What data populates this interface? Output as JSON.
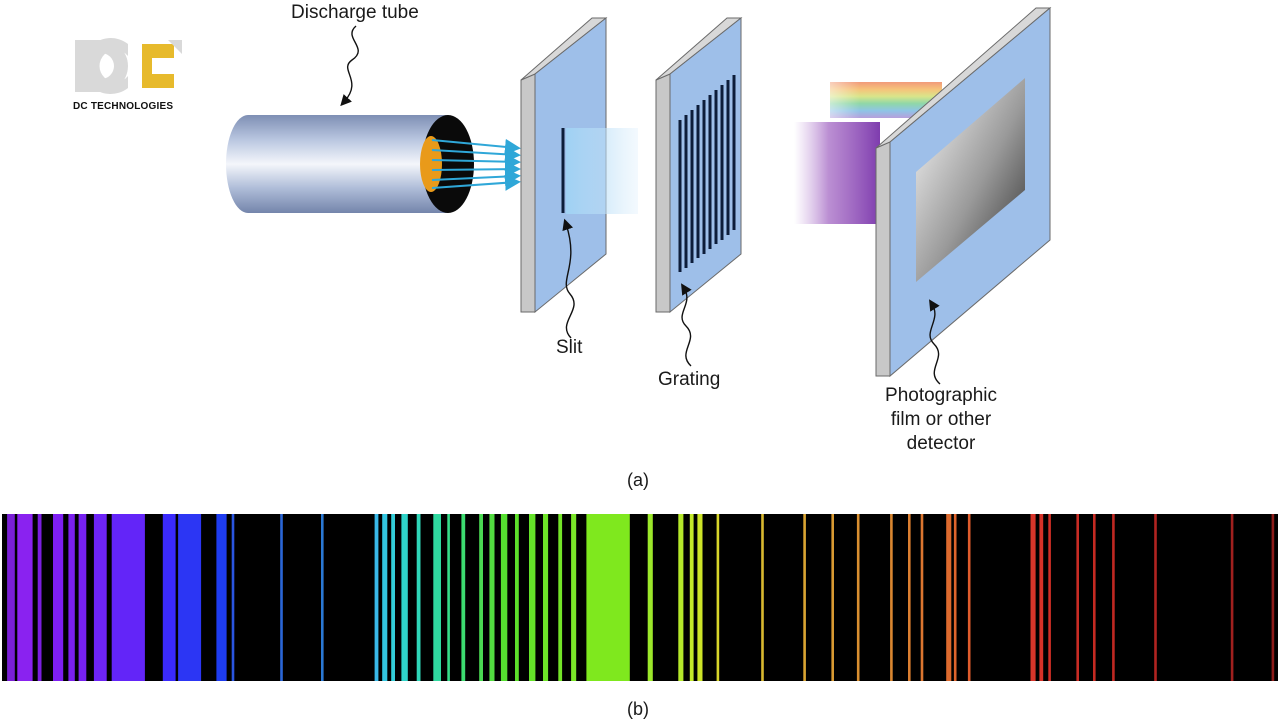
{
  "logo": {
    "text": "DC TECHNOLOGIES",
    "mark": "DC"
  },
  "diagram_a": {
    "discharge_tube_label": "Discharge tube",
    "slit_label": "Slit",
    "grating_label": "Grating",
    "detector_label_lines": [
      "Photographic",
      "film or other",
      "detector"
    ],
    "caption": "(a)"
  },
  "spectrum_b": {
    "caption": "(b)",
    "background": "#000000",
    "lines": [
      {
        "pos": 0.004,
        "w": 0.006,
        "color": "#7a1fd6"
      },
      {
        "pos": 0.012,
        "w": 0.012,
        "color": "#8a22f0"
      },
      {
        "pos": 0.028,
        "w": 0.003,
        "color": "#7b1ee0"
      },
      {
        "pos": 0.04,
        "w": 0.008,
        "color": "#7e1ff2"
      },
      {
        "pos": 0.052,
        "w": 0.005,
        "color": "#7a20ee"
      },
      {
        "pos": 0.06,
        "w": 0.006,
        "color": "#7621f0"
      },
      {
        "pos": 0.072,
        "w": 0.01,
        "color": "#6d24f6"
      },
      {
        "pos": 0.086,
        "w": 0.026,
        "color": "#6325f8"
      },
      {
        "pos": 0.126,
        "w": 0.01,
        "color": "#3a2afc"
      },
      {
        "pos": 0.146,
        "w": 0.004,
        "color": "#2f3afa"
      },
      {
        "pos": 0.138,
        "w": 0.018,
        "color": "#2c36f4"
      },
      {
        "pos": 0.168,
        "w": 0.008,
        "color": "#1e3cf0"
      },
      {
        "pos": 0.18,
        "w": 0.002,
        "color": "#2a55e0"
      },
      {
        "pos": 0.218,
        "w": 0.002,
        "color": "#2a66d8"
      },
      {
        "pos": 0.25,
        "w": 0.002,
        "color": "#2a78d4"
      },
      {
        "pos": 0.292,
        "w": 0.003,
        "color": "#39b8e8"
      },
      {
        "pos": 0.298,
        "w": 0.004,
        "color": "#33c6e0"
      },
      {
        "pos": 0.305,
        "w": 0.003,
        "color": "#33cdd8"
      },
      {
        "pos": 0.313,
        "w": 0.005,
        "color": "#2fd3c8"
      },
      {
        "pos": 0.325,
        "w": 0.003,
        "color": "#2fd6b8"
      },
      {
        "pos": 0.338,
        "w": 0.006,
        "color": "#30d9a0"
      },
      {
        "pos": 0.349,
        "w": 0.002,
        "color": "#36dc8a"
      },
      {
        "pos": 0.36,
        "w": 0.003,
        "color": "#3cdc70"
      },
      {
        "pos": 0.374,
        "w": 0.003,
        "color": "#4ada52"
      },
      {
        "pos": 0.382,
        "w": 0.004,
        "color": "#52dc40"
      },
      {
        "pos": 0.391,
        "w": 0.005,
        "color": "#55df30"
      },
      {
        "pos": 0.402,
        "w": 0.003,
        "color": "#5de02a"
      },
      {
        "pos": 0.413,
        "w": 0.005,
        "color": "#64e228"
      },
      {
        "pos": 0.424,
        "w": 0.004,
        "color": "#6ee428"
      },
      {
        "pos": 0.436,
        "w": 0.003,
        "color": "#74e528"
      },
      {
        "pos": 0.446,
        "w": 0.004,
        "color": "#7ae628"
      },
      {
        "pos": 0.458,
        "w": 0.034,
        "color": "#7fe81e"
      },
      {
        "pos": 0.506,
        "w": 0.004,
        "color": "#9ce82a"
      },
      {
        "pos": 0.53,
        "w": 0.004,
        "color": "#b5e82a"
      },
      {
        "pos": 0.539,
        "w": 0.003,
        "color": "#c2e82a"
      },
      {
        "pos": 0.545,
        "w": 0.004,
        "color": "#cde428"
      },
      {
        "pos": 0.56,
        "w": 0.002,
        "color": "#d7d52a"
      },
      {
        "pos": 0.595,
        "w": 0.002,
        "color": "#d9b830"
      },
      {
        "pos": 0.628,
        "w": 0.002,
        "color": "#d9a432"
      },
      {
        "pos": 0.65,
        "w": 0.002,
        "color": "#d99a32"
      },
      {
        "pos": 0.67,
        "w": 0.002,
        "color": "#d98f30"
      },
      {
        "pos": 0.696,
        "w": 0.002,
        "color": "#da8730"
      },
      {
        "pos": 0.71,
        "w": 0.002,
        "color": "#db7e30"
      },
      {
        "pos": 0.72,
        "w": 0.002,
        "color": "#dc7630"
      },
      {
        "pos": 0.74,
        "w": 0.004,
        "color": "#dd6a2e"
      },
      {
        "pos": 0.746,
        "w": 0.002,
        "color": "#de642c"
      },
      {
        "pos": 0.757,
        "w": 0.002,
        "color": "#df5c2c"
      },
      {
        "pos": 0.806,
        "w": 0.004,
        "color": "#d8352a"
      },
      {
        "pos": 0.813,
        "w": 0.003,
        "color": "#d63228"
      },
      {
        "pos": 0.82,
        "w": 0.002,
        "color": "#d02e26"
      },
      {
        "pos": 0.842,
        "w": 0.002,
        "color": "#c82c24"
      },
      {
        "pos": 0.855,
        "w": 0.002,
        "color": "#c42a22"
      },
      {
        "pos": 0.87,
        "w": 0.002,
        "color": "#bf2822"
      },
      {
        "pos": 0.903,
        "w": 0.002,
        "color": "#b02420"
      },
      {
        "pos": 0.963,
        "w": 0.002,
        "color": "#a0201e"
      },
      {
        "pos": 0.995,
        "w": 0.002,
        "color": "#8c1c1a"
      }
    ]
  }
}
